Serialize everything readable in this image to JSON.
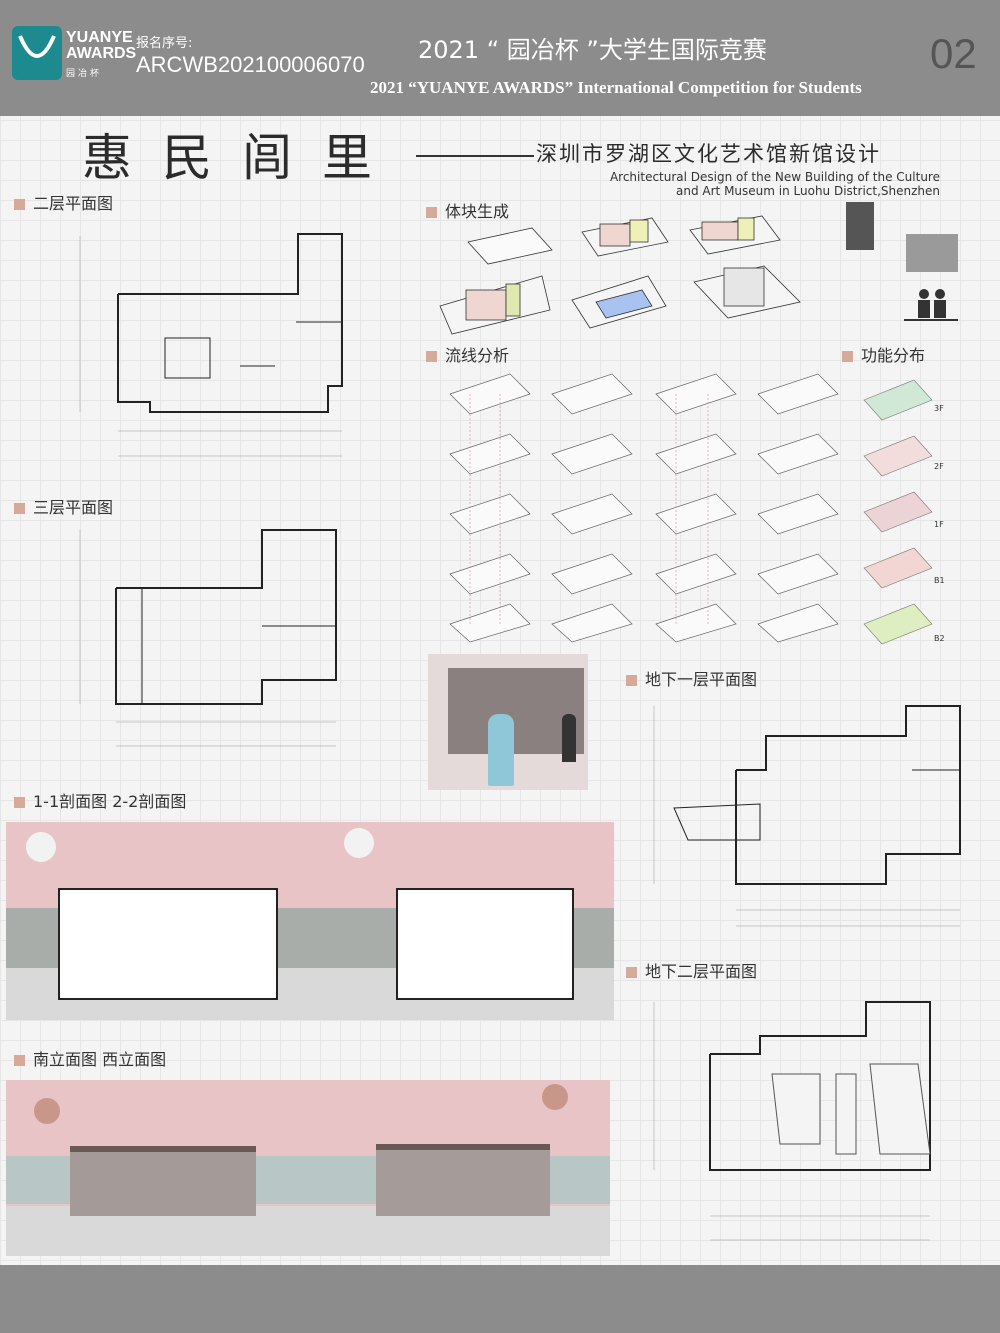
{
  "header": {
    "logo_line1": "YUANYE",
    "logo_line2": "AWARDS",
    "logo_cn": "园冶杯",
    "reg_label": "报名序号:",
    "reg_number": "ARCWB202100006070",
    "competition_cn": "2021 “ 园冶杯 ”大学生国际竞赛",
    "competition_en": "2021 “YUANYE AWARDS” International Competition for  Students",
    "page_number": "02"
  },
  "title": {
    "main": "惠民闾里",
    "subtitle": "深圳市罗湖区文化艺术馆新馆设计",
    "english_line1": "Architectural Design of the New Building of the Culture",
    "english_line2": "and Art Museum in Luohu District,Shenzhen"
  },
  "sections": {
    "second_floor": "二层平面图",
    "massing": "体块生成",
    "circulation": "流线分析",
    "function": "功能分布",
    "third_floor": "三层平面图",
    "basement1": "地下一层平面图",
    "sections_label": "1-1剖面图 2-2剖面图",
    "basement2": "地下二层平面图",
    "elevations": "南立面图 西立面图"
  },
  "function_floors": [
    "3F",
    "2F",
    "1F",
    "B1",
    "B2"
  ],
  "colors": {
    "header_gray": "#8c8c8c",
    "accent_pink": "#d6a99a",
    "sky_pink": "#e8c4c6",
    "teal": "#1d8a8f"
  }
}
